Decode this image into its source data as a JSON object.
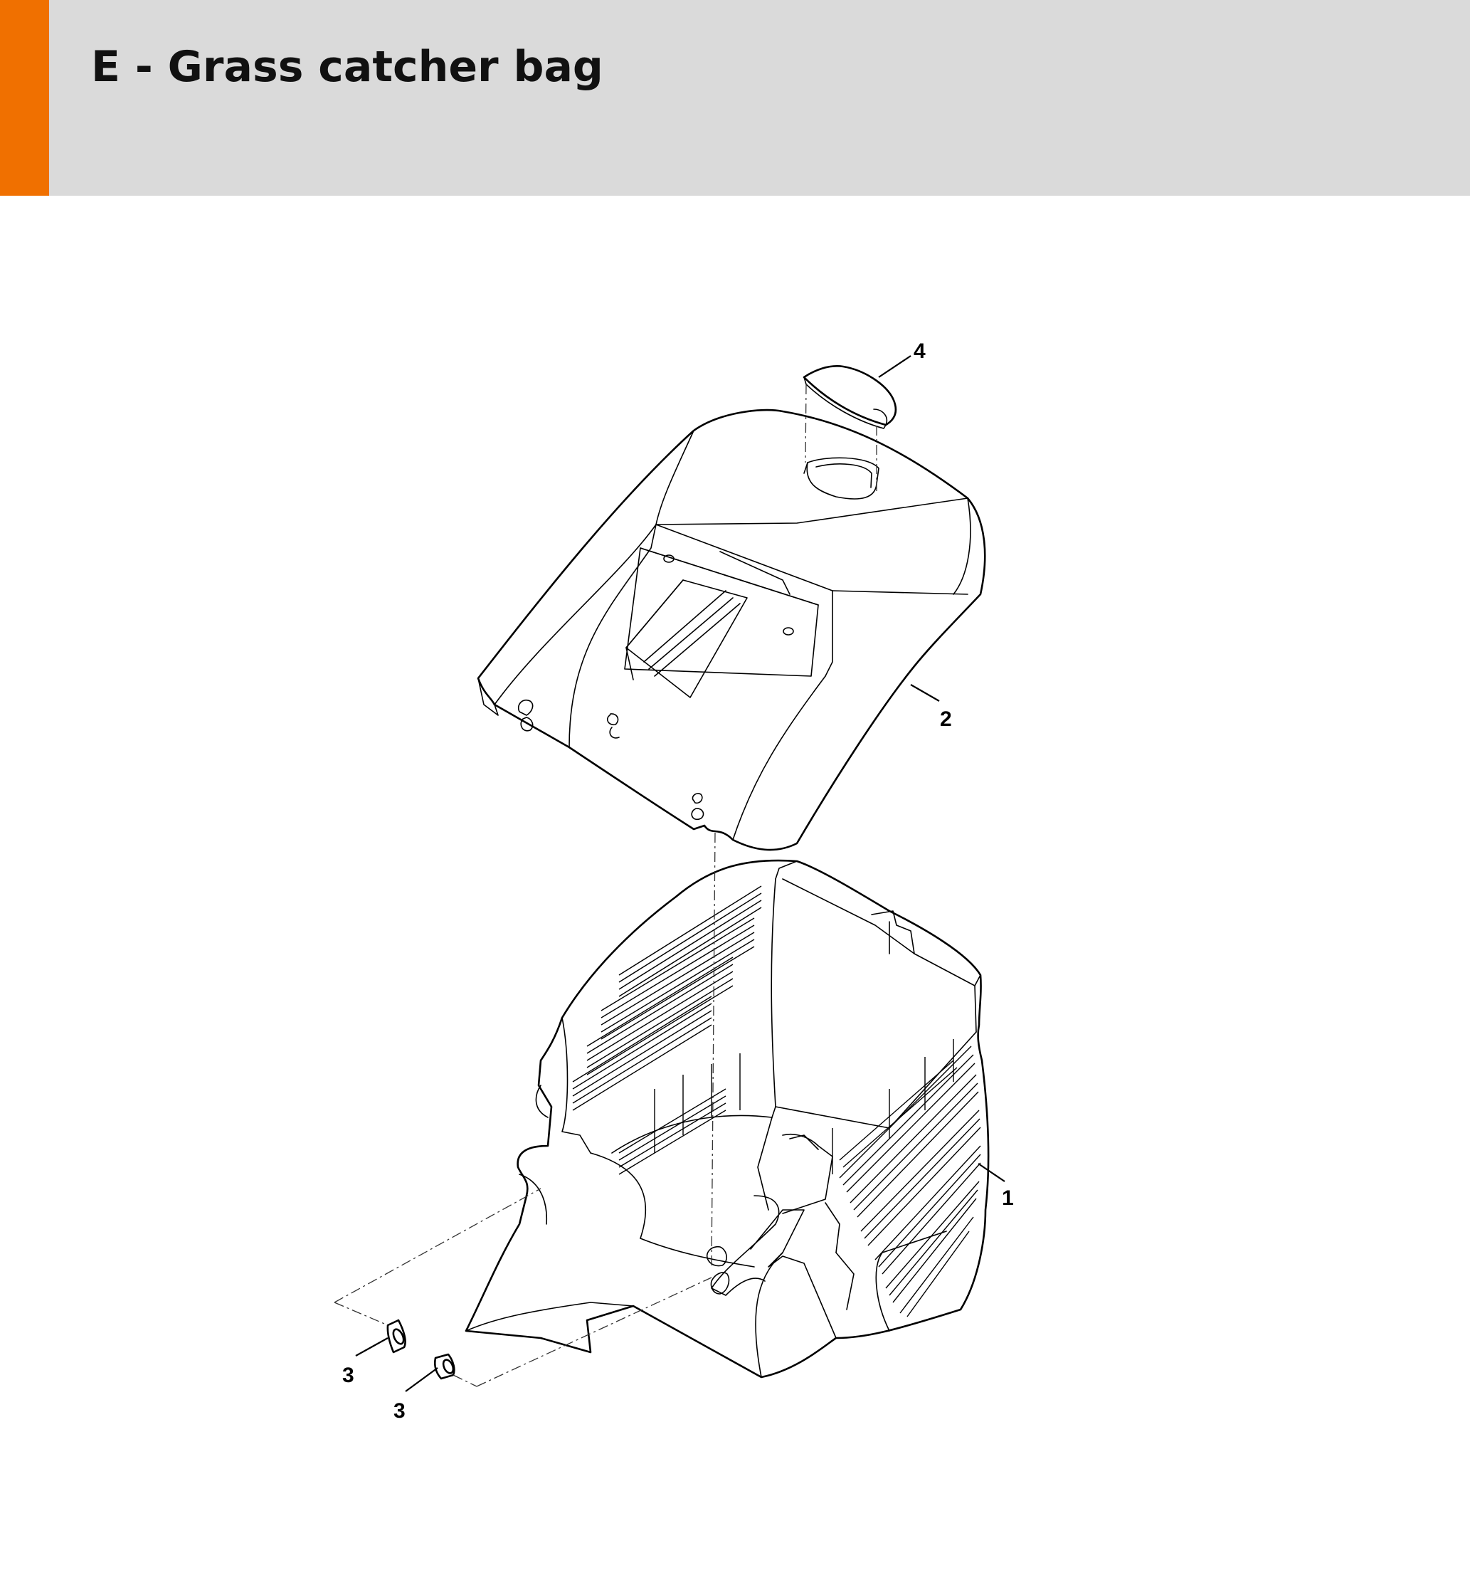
{
  "header": {
    "title": "E - Grass catcher bag",
    "accent_color": "#f07000",
    "background_color": "#dadada"
  },
  "diagram": {
    "callouts": [
      {
        "id": "callout-1",
        "label": "1",
        "part": "grass catcher bag body"
      },
      {
        "id": "callout-2",
        "label": "2",
        "part": "catcher lid"
      },
      {
        "id": "callout-3a",
        "label": "3",
        "part": "pin"
      },
      {
        "id": "callout-3b",
        "label": "3",
        "part": "pin"
      },
      {
        "id": "callout-4",
        "label": "4",
        "part": "handle cap"
      }
    ]
  }
}
